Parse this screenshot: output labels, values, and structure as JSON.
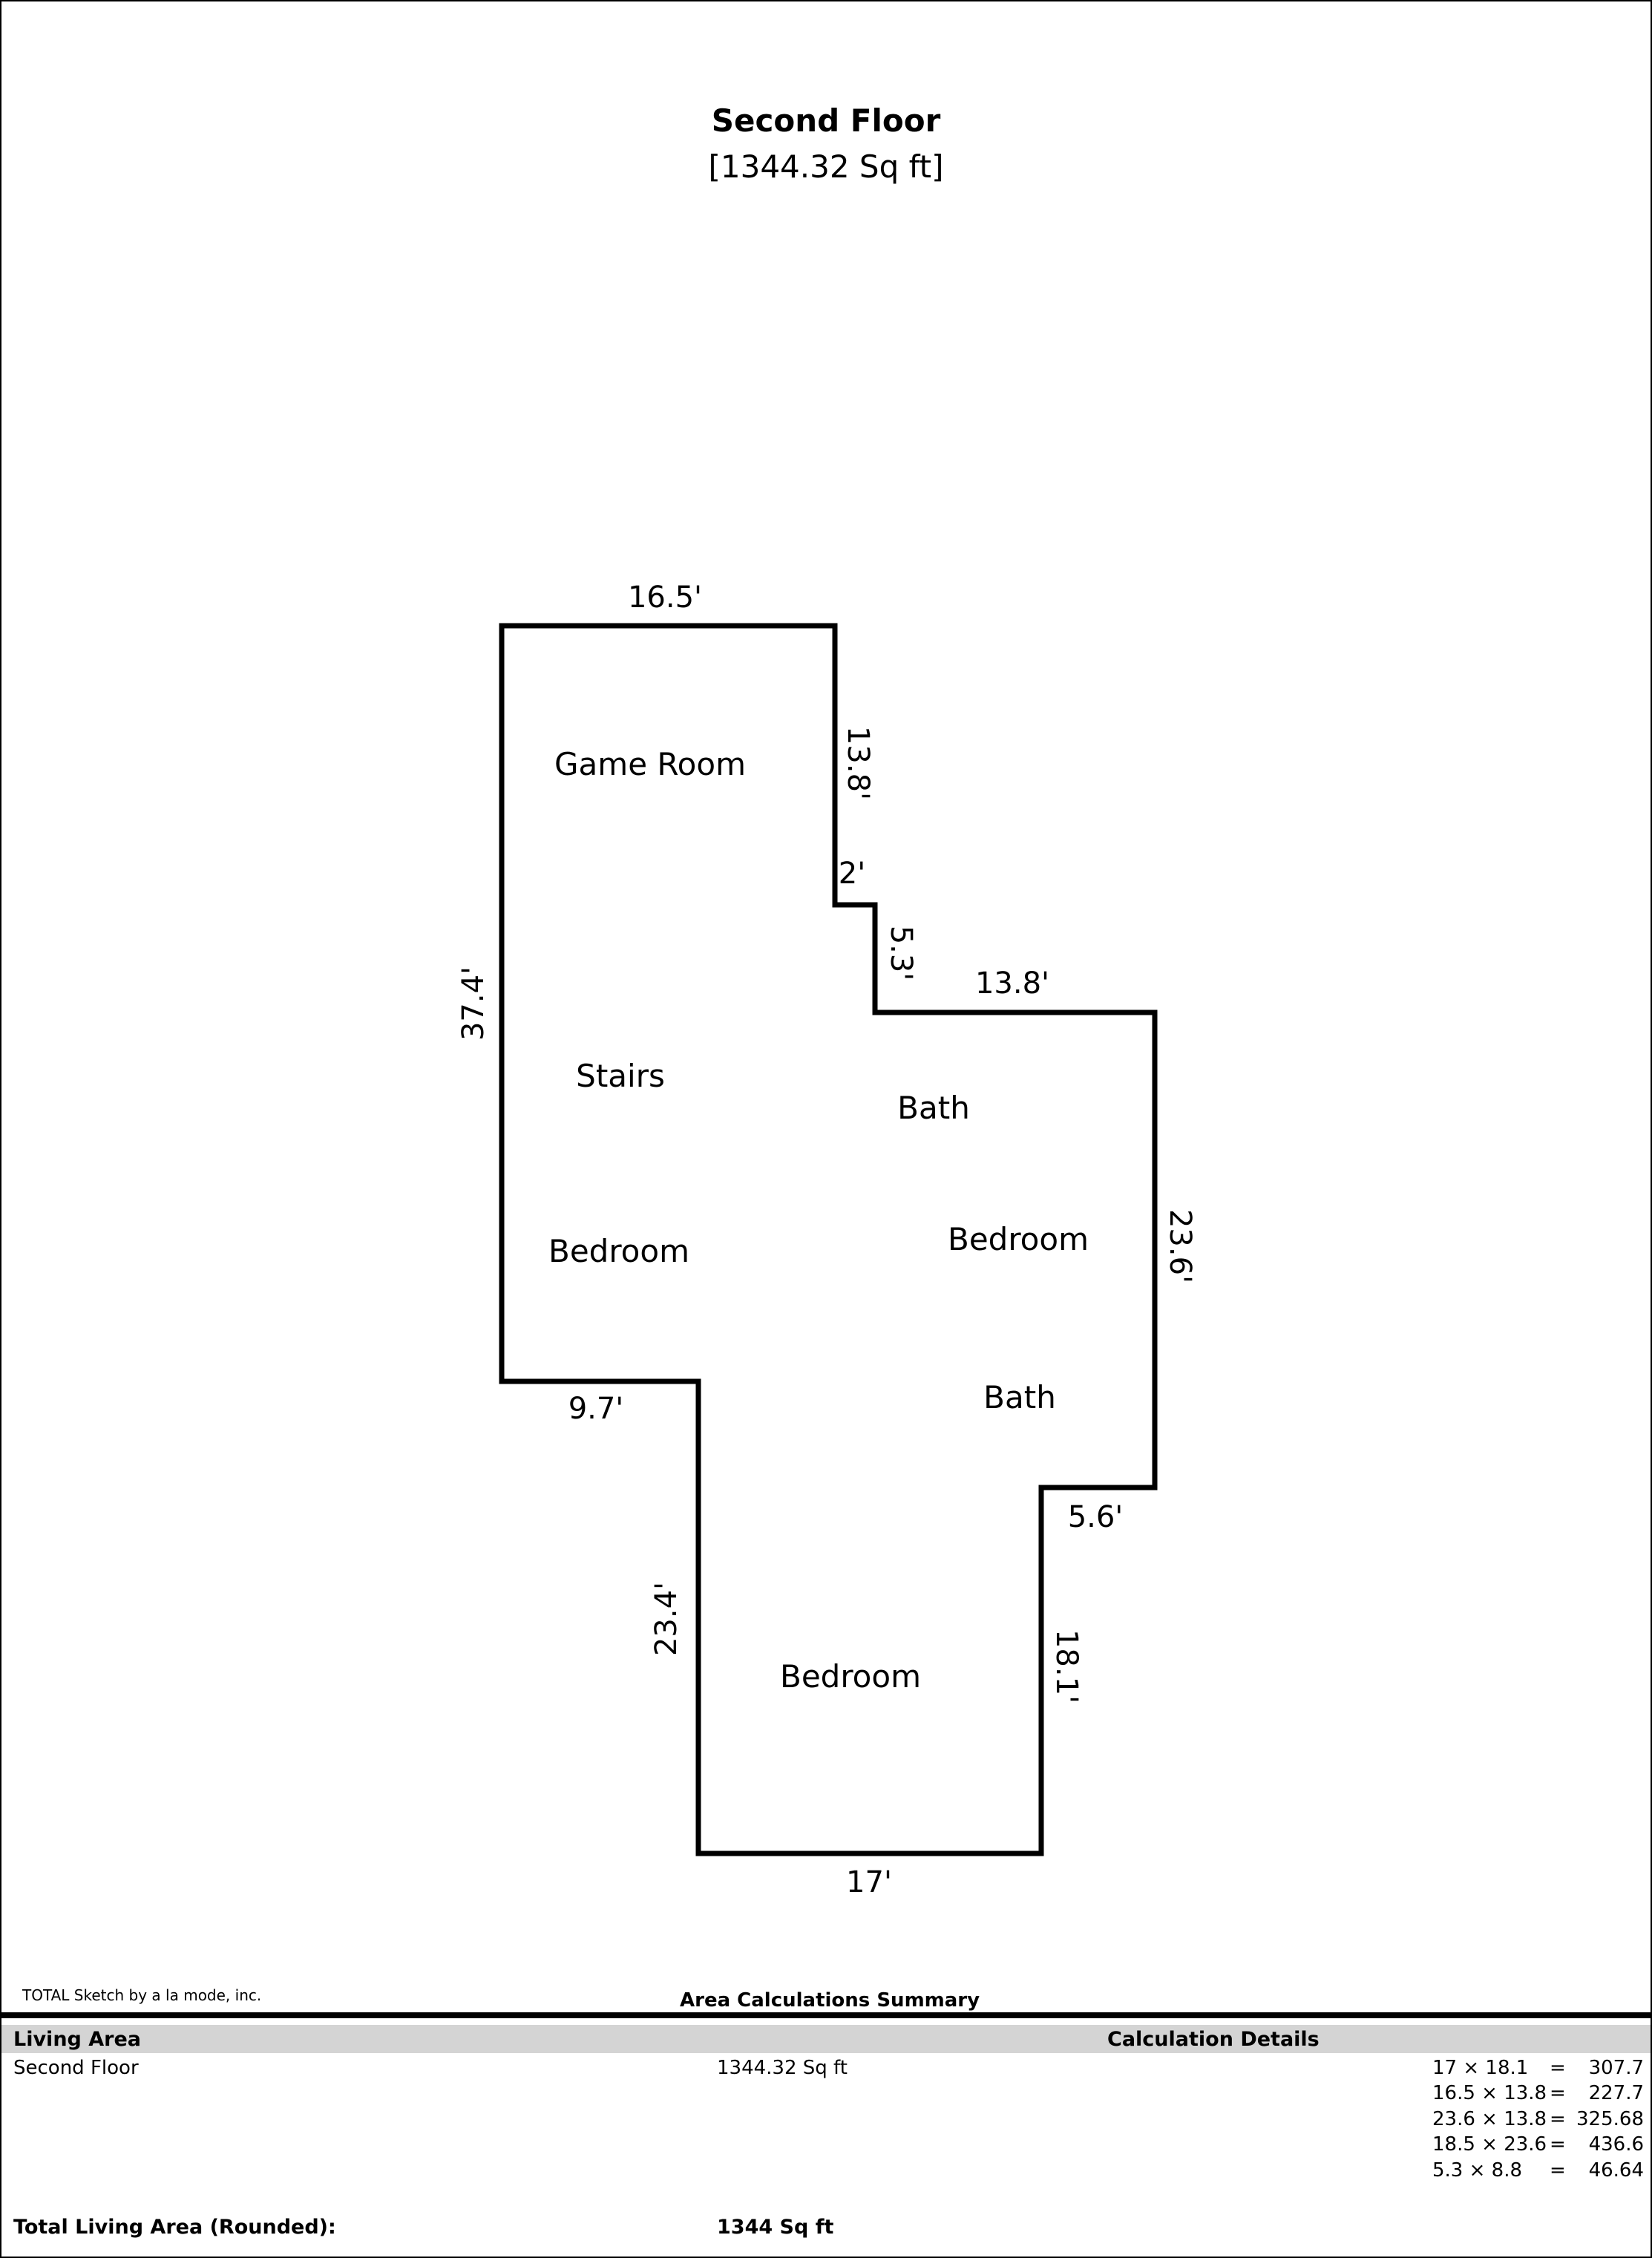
{
  "floor": {
    "title": "Second Floor",
    "area_label": "[1344.32 Sq ft]"
  },
  "plan": {
    "dimensions": {
      "top": "16.5'",
      "game_room_right": "13.8'",
      "step_small": "2'",
      "step_vertical": "5.3'",
      "bath_top": "13.8'",
      "right_side": "23.6'",
      "left_side": "37.4'",
      "lower_left_horizontal": "9.7'",
      "lower_left_vertical": "23.4'",
      "lower_right_horizontal": "5.6'",
      "lower_right_vertical": "18.1'",
      "bottom": "17'"
    },
    "rooms": {
      "game_room": "Game Room",
      "stairs": "Stairs",
      "bedroom_left": "Bedroom",
      "bath_upper": "Bath",
      "bedroom_right": "Bedroom",
      "bath_lower": "Bath",
      "bedroom_bottom": "Bedroom"
    }
  },
  "footer": {
    "credit": "TOTAL Sketch by a la mode, inc.",
    "summary_title": "Area Calculations Summary",
    "col_living_area": "Living Area",
    "col_calc_details": "Calculation Details",
    "row_name": "Second Floor",
    "row_area": "1344.32 Sq ft",
    "calculations": [
      {
        "expr": "17 × 18.1",
        "eq": "=",
        "result": "307.7"
      },
      {
        "expr": "16.5 × 13.8",
        "eq": "=",
        "result": "227.7"
      },
      {
        "expr": "23.6 × 13.8",
        "eq": "=",
        "result": "325.68"
      },
      {
        "expr": "18.5 × 23.6",
        "eq": "=",
        "result": "436.6"
      },
      {
        "expr": "5.3 × 8.8",
        "eq": "=",
        "result": "46.64"
      }
    ],
    "total_label": "Total Living Area (Rounded):",
    "total_value": "1344 Sq ft"
  }
}
